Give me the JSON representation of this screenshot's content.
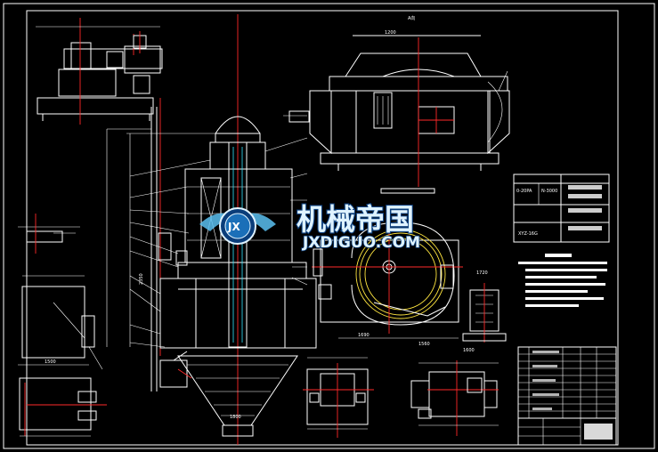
{
  "drawing": {
    "view_title": "A向",
    "watermark": {
      "cn": "机械帝国",
      "en": "JXDIGUO.COM",
      "emblem": "JX"
    },
    "spec_table": {
      "pressure": "0-20PA",
      "speed": "N-3000",
      "model": "XYZ-16G"
    },
    "dims": {
      "top_width": "1200",
      "bottom_a": "1690",
      "bottom_b": "1560",
      "right_a": "1720",
      "right_b": "1600",
      "side": "1500",
      "height": "2350",
      "cone": "1800"
    },
    "colors": {
      "line": "#ffffff",
      "center": "#ff2a2a",
      "detail": "#32e6ff",
      "accent": "#ffe640",
      "bg": "#000000"
    }
  }
}
